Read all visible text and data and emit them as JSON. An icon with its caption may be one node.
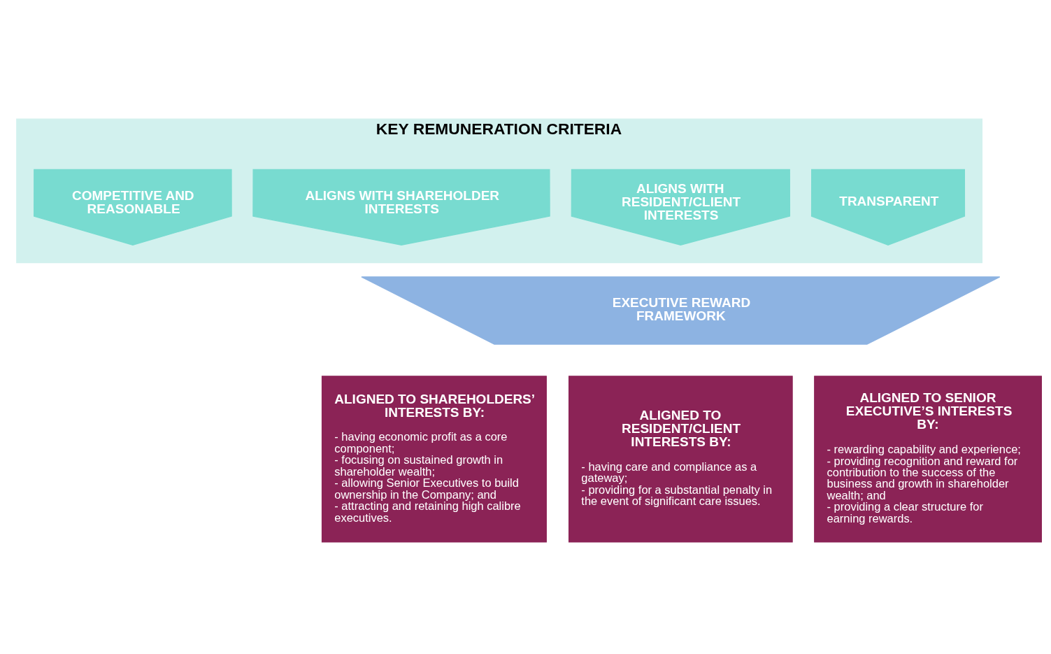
{
  "diagram": {
    "nodes": [
      {
        "text": [
          "KEY REMUNERATION CRITERIA"
        ]
      },
      {
        "text": [
          "COMPETITIVE AND REASONABLE"
        ],
        "in": 0
      },
      {
        "text": [
          "ALIGNS WITH SHAREHOLDER INTERESTS"
        ],
        "in": 0
      },
      {
        "text": [
          "ALIGNS WITH RESIDENT/CLIENT INTERESTS"
        ],
        "in": 0
      },
      {
        "text": [
          "TRANSPARENT"
        ],
        "in": 0
      },
      {
        "text": [
          "EXECUTIVE REWARD FRAMEWORK"
        ]
      },
      {
        "text": [
          "ALIGNED TO SHAREHOLDERS’ INTERESTS BY:",
          "- having economic profit as a core component;",
          "- focusing on sustained growth in shareholder wealth;",
          "- allowing Senior Executives to build ownership in the Company; and",
          "- attracting and retaining high calibre executives."
        ]
      },
      {
        "text": [
          "ALIGNED TO RESIDENT/CLIENT INTERESTS BY:",
          "- having care and compliance as a gateway;",
          "- providing for a substantial penalty in the event of significant care issues."
        ]
      },
      {
        "text": [
          "ALIGNED TO SENIOR EXECUTIVE’S INTERESTS BY:",
          "- rewarding capability and experience;",
          "- providing recognition and reward for contribution to the success of the business and growth in shareholder wealth; and",
          "- providing a clear structure for earning rewards."
        ]
      }
    ]
  }
}
